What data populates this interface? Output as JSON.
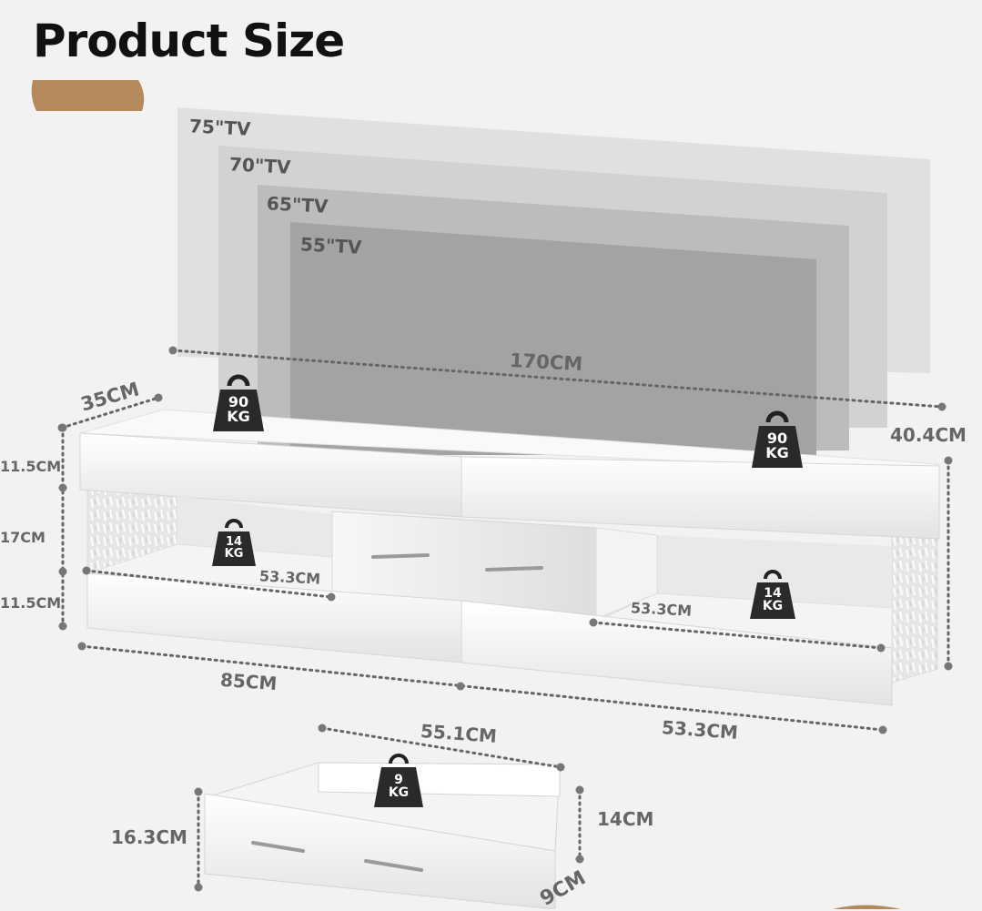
{
  "title": "Product Size",
  "accent_color": "#b48a5c",
  "tv_sizes": [
    "75\"TV",
    "70\"TV",
    "65\"TV",
    "55\"TV"
  ],
  "dimensions": {
    "total_width": "170CM",
    "depth": "35CM",
    "height_total": "40.4CM",
    "top_section": "11.5CM",
    "middle_section": "17CM",
    "bottom_section": "11.5CM",
    "left_width": "85CM",
    "right_width": "53.3CM",
    "left_shelf": "53.3CM",
    "right_shelf": "53.3CM",
    "drawer_width": "55.1CM",
    "drawer_height_front": "16.3CM",
    "drawer_height_side": "14CM",
    "drawer_depth_partial": "9CM"
  },
  "weights": {
    "top_left": "90\nKG",
    "top_right": "90\nKG",
    "shelf_left": "14\nKG",
    "shelf_right": "14\nKG",
    "drawer": "9\nKG"
  }
}
